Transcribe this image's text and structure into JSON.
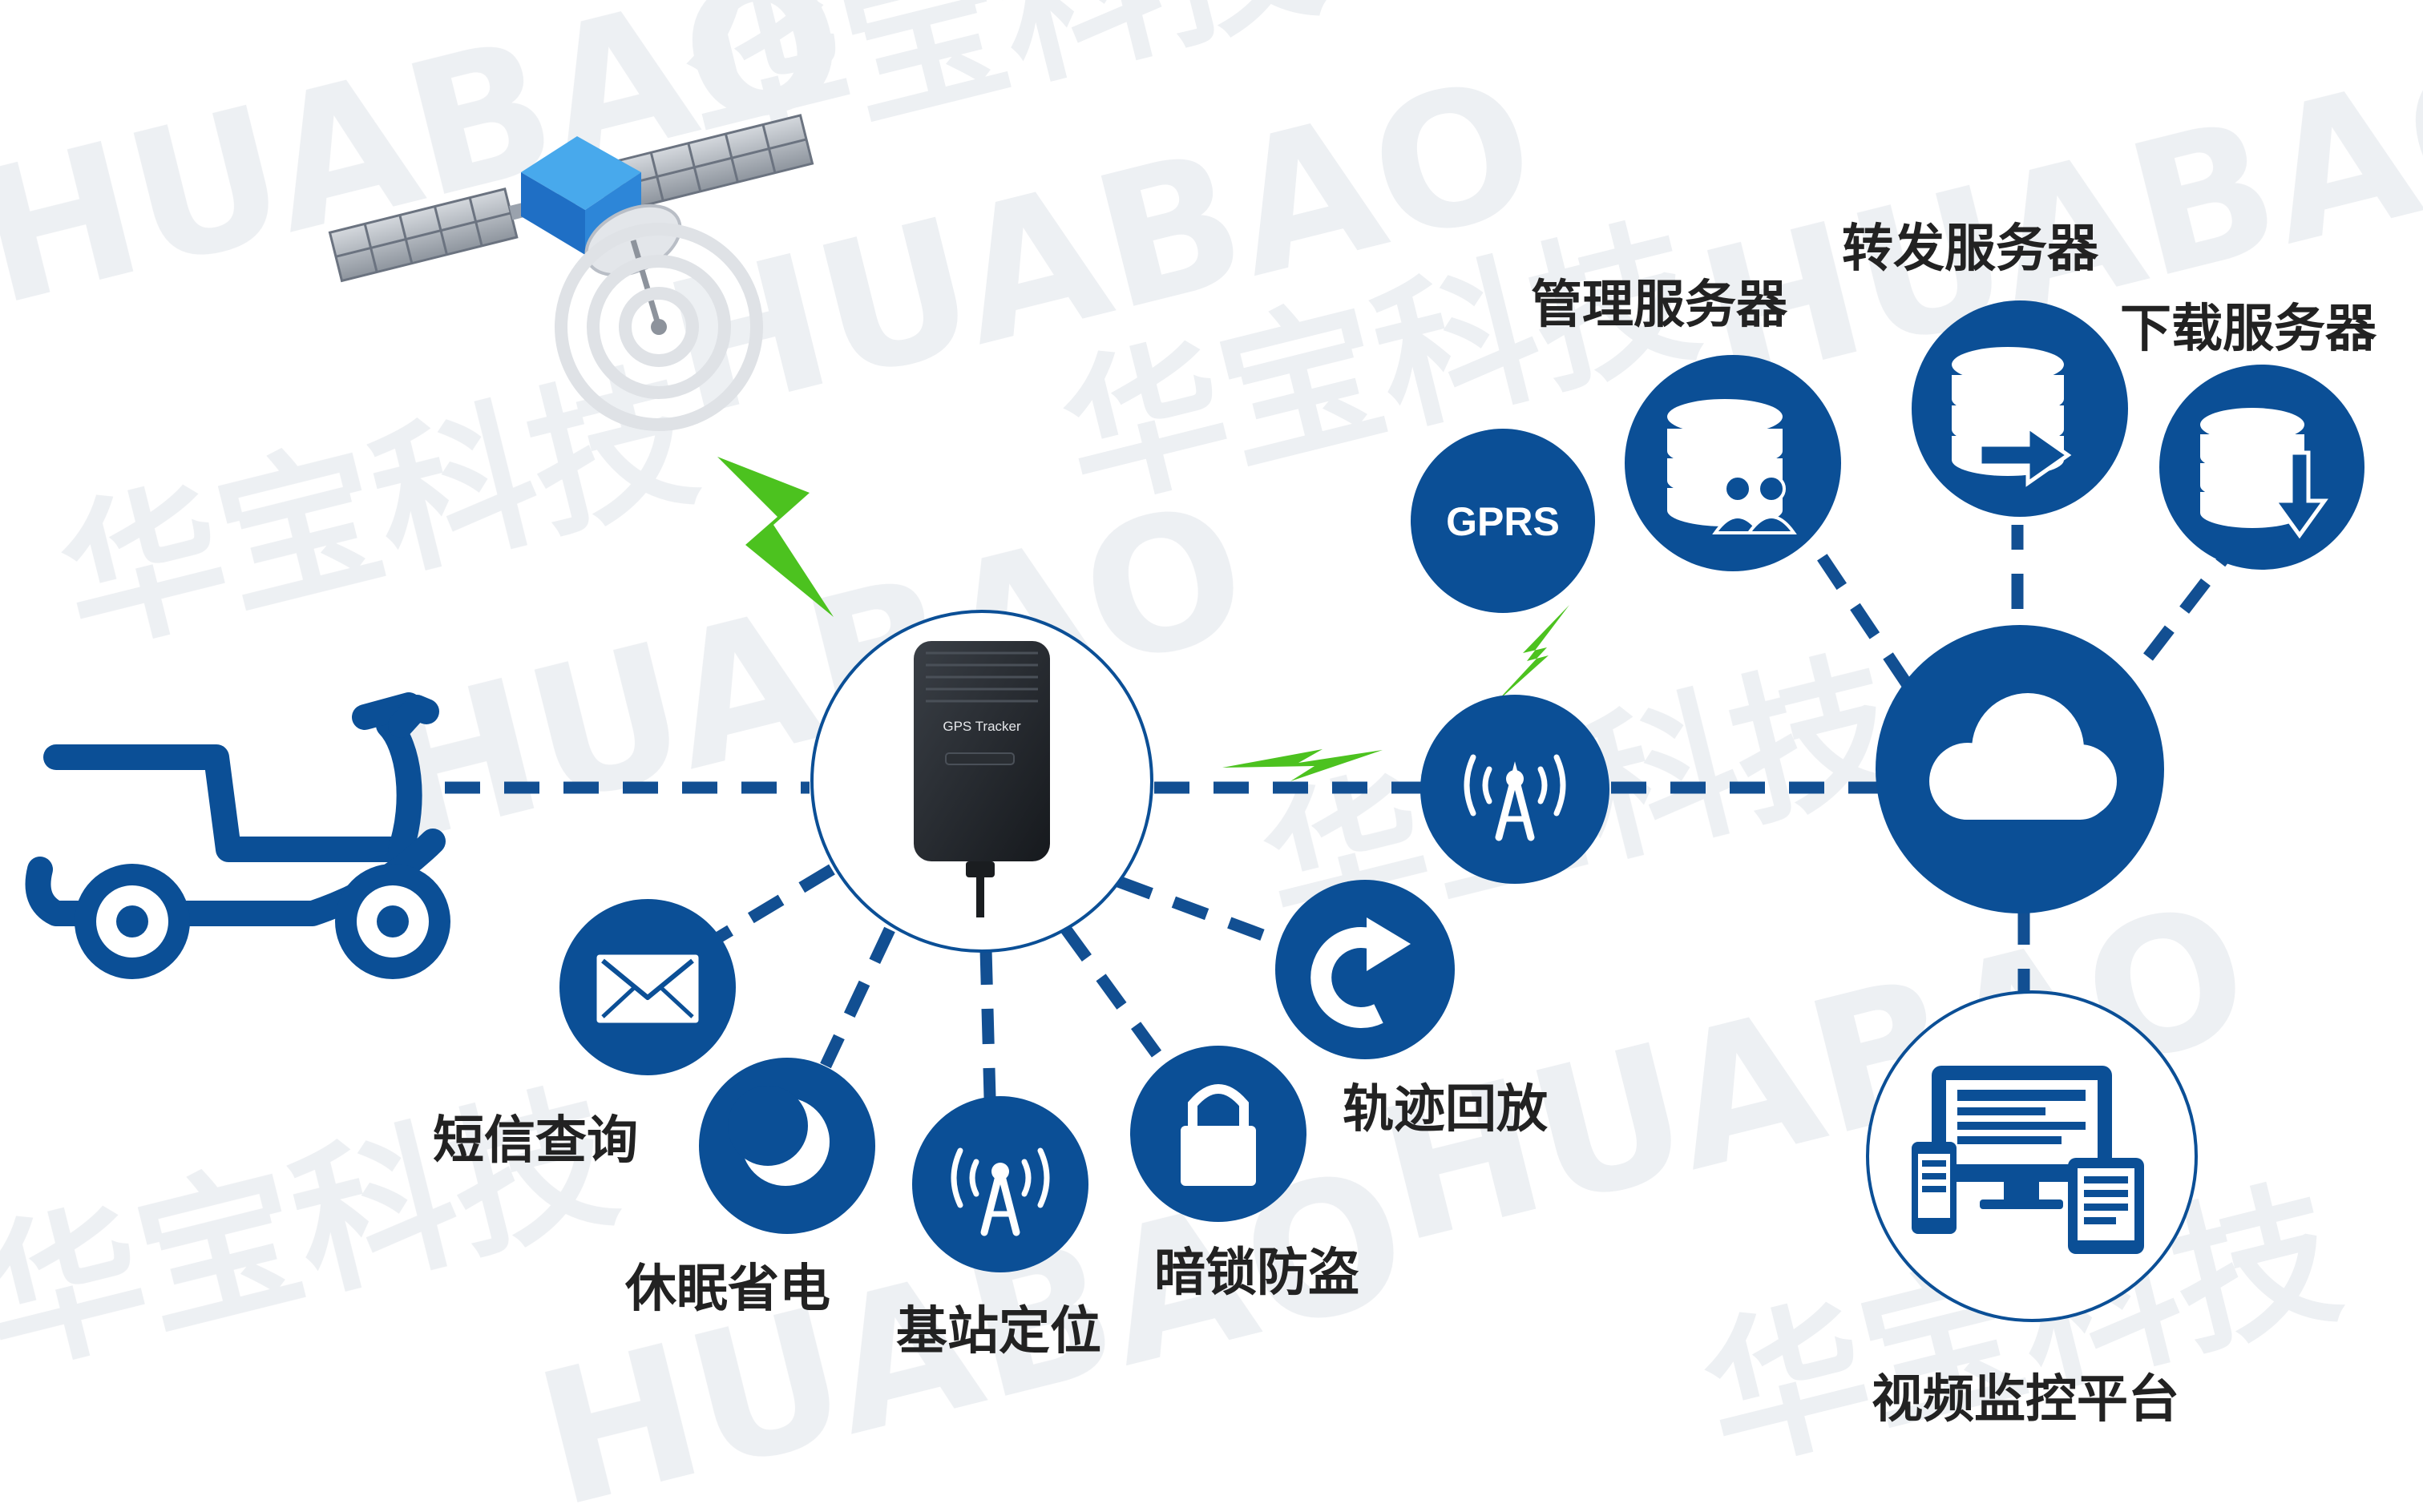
{
  "colors": {
    "primary": "#0b4f96",
    "dash": "#124f92",
    "bolt": "#4cc21f",
    "label": "#222222",
    "background": "#ffffff"
  },
  "watermark": {
    "text_en": "HUABAO",
    "text_cn": "华宝科技"
  },
  "device": {
    "caption": "GPS Tracker"
  },
  "network": {
    "gprs": "GPRS"
  },
  "labels": {
    "management_server": "管理服务器",
    "forwarding_server": "转发服务器",
    "download_server": "下载服务器",
    "sms_query": "短信查询",
    "sleep_power_saving": "休眠省电",
    "base_station_positioning": "基站定位",
    "hidden_lock_anti_theft": "暗锁防盗",
    "track_playback": "轨迹回放",
    "video_monitoring_platform": "视频监控平台"
  },
  "icons": [
    "satellite-icon",
    "scooter-icon",
    "gps-tracker-device",
    "envelope-icon",
    "moon-icon",
    "antenna-icon",
    "padlock-icon",
    "replay-arrow-icon",
    "cell-tower-icon",
    "cloud-icon",
    "database-users-icon",
    "database-forward-icon",
    "database-download-icon",
    "multi-device-screens-icon",
    "lightning-bolt-icon"
  ]
}
